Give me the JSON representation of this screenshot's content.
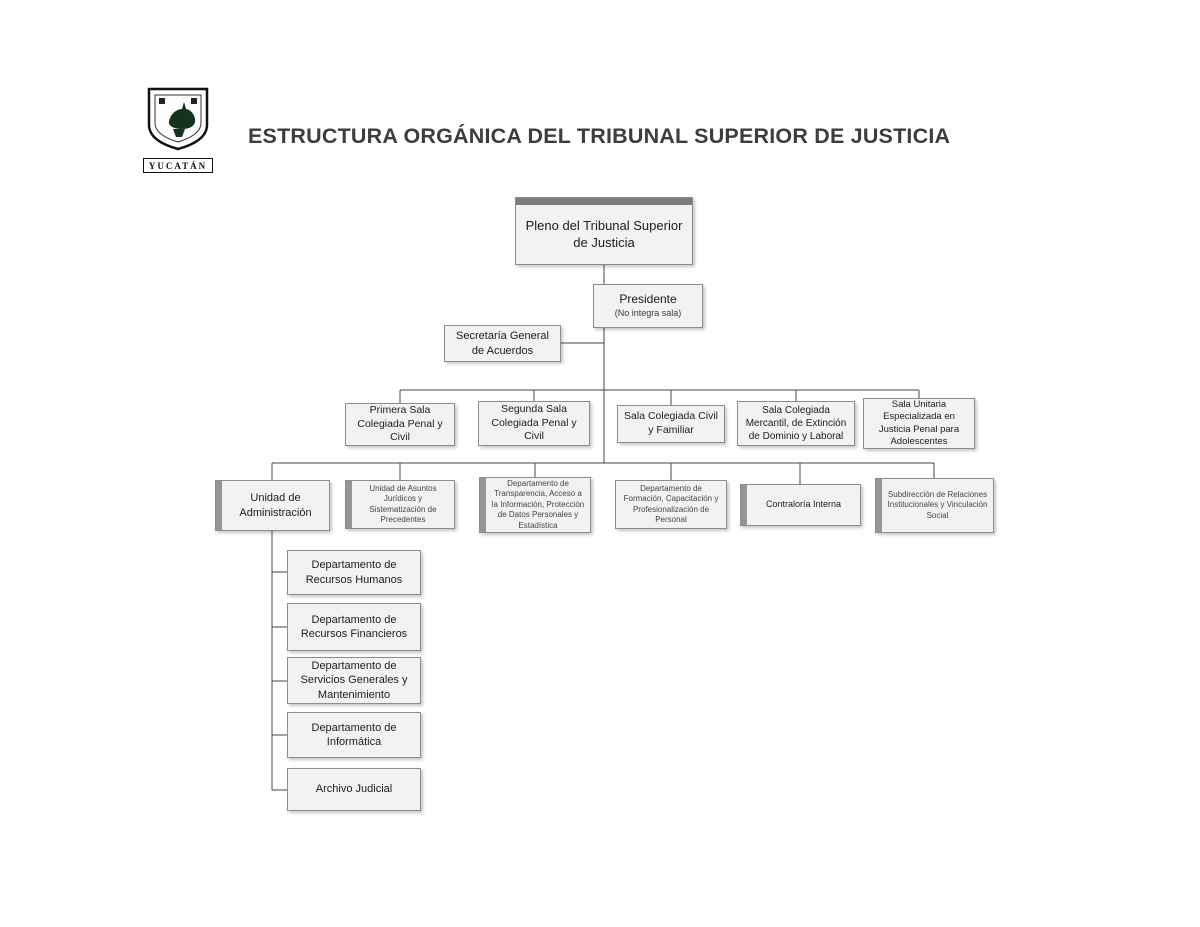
{
  "header": {
    "title": "ESTRUCTURA ORGÁNICA DEL TRIBUNAL SUPERIOR DE JUSTICIA",
    "logo_banner": "YUCATÁN"
  },
  "colors": {
    "node_fill": "#f2f2f2",
    "node_border": "#8c8c8c",
    "accent_strip": "#7d7d7d",
    "connector_line": "#454545"
  },
  "nodes": {
    "pleno": "Pleno del Tribunal Superior de Justicia",
    "presidente": "Presidente",
    "presidente_nota": "(No integra sala)",
    "secretaria": "Secretaría General de Acuerdos",
    "primera_sala": "Primera Sala Colegiada Penal y Civil",
    "segunda_sala": "Segunda Sala Colegiada Penal y Civil",
    "sala_civil_familiar": "Sala Colegiada Civil y Familiar",
    "sala_mercantil": "Sala Colegiada Mercantil, de Extinción de Dominio y Laboral",
    "sala_unitaria": "Sala Unitaria Especializada en Justicia Penal para Adolescentes",
    "unidad_administracion": "Unidad de Administración",
    "asuntos_juridicos": "Unidad de Asuntos Jurídicos y Sistematización de Precedentes",
    "transparencia": "Departamento de Transparencia, Acceso a la Información, Protección de Datos Personales y Estadística",
    "formacion": "Departamento de Formación, Capacitación y Profesionalización de Personal",
    "contraloria": "Contraloría Interna",
    "subdireccion": "Subdirección de Relaciones Institucionales y Vinculación Social",
    "recursos_humanos": "Departamento de Recursos Humanos",
    "recursos_financieros": "Departamento de Recursos Financieros",
    "servicios_generales": "Departamento de Servicios Generales y Mantenimiento",
    "informatica": "Departamento de Informática",
    "archivo_judicial": "Archivo Judicial"
  }
}
